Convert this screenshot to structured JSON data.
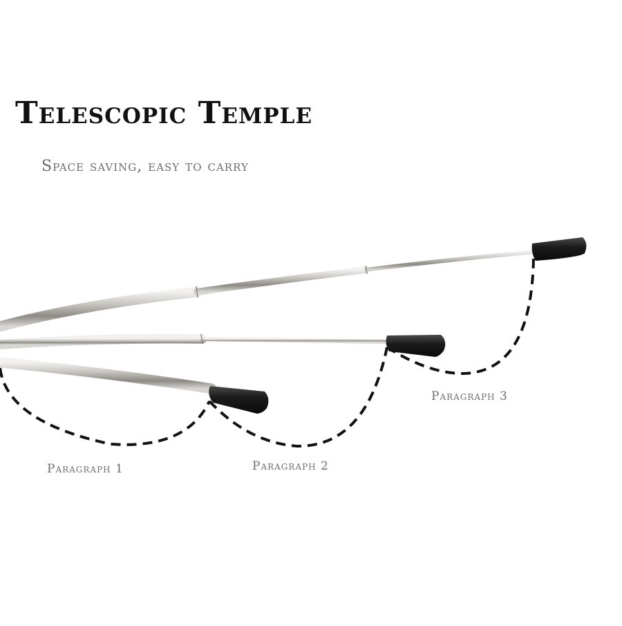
{
  "title": "Telescopic Temple",
  "subtitle": "Space saving, easy to carry",
  "labels": {
    "paragraph_1": "Paragraph 1",
    "paragraph_2": "Paragraph 2",
    "paragraph_3": "Paragraph 3"
  },
  "colors": {
    "background": "#ffffff",
    "metal": "#c9c6c2",
    "tip": "#1c1c1c",
    "dashes": "#111111",
    "title": "#111111",
    "subtitle": "#6b6b6b"
  }
}
